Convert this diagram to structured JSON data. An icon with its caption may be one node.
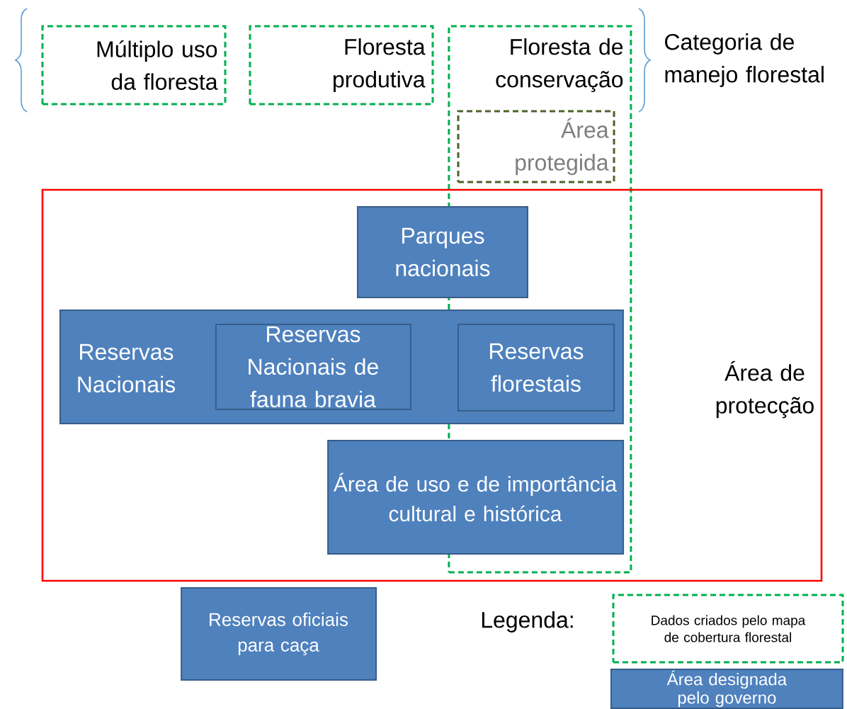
{
  "diagram": {
    "nodes": [
      {
        "text": [
          "Múltiplo uso da floresta"
        ]
      },
      {
        "text": [
          "Floresta produtiva"
        ]
      },
      {
        "text": [
          "Floresta de conservação"
        ]
      },
      {
        "text": [
          "Área protegida"
        ],
        "in": 2
      },
      {
        "text": [
          "Área de protecção"
        ]
      },
      {
        "text": [
          "Parques nacionais"
        ],
        "in": 4
      },
      {
        "text": [
          "Reservas Nacionais"
        ],
        "in": 4
      },
      {
        "text": [
          "Reservas Nacionais de fauna bravia"
        ],
        "in": 6
      },
      {
        "text": [
          "Reservas florestais"
        ]
      },
      {
        "text": [
          "Área de uso e de importância cultural e histórica"
        ],
        "in": 4
      },
      {
        "text": [
          "Reservas oficiais para caça"
        ]
      }
    ],
    "labels": [
      "Categoria de manejo florestal",
      "Legenda:"
    ],
    "legend": [
      {
        "text": "Dados criados pelo mapa de cobertura florestal"
      },
      {
        "text": "Área designada pelo governo",
        "color": "#4f81bd"
      }
    ]
  }
}
